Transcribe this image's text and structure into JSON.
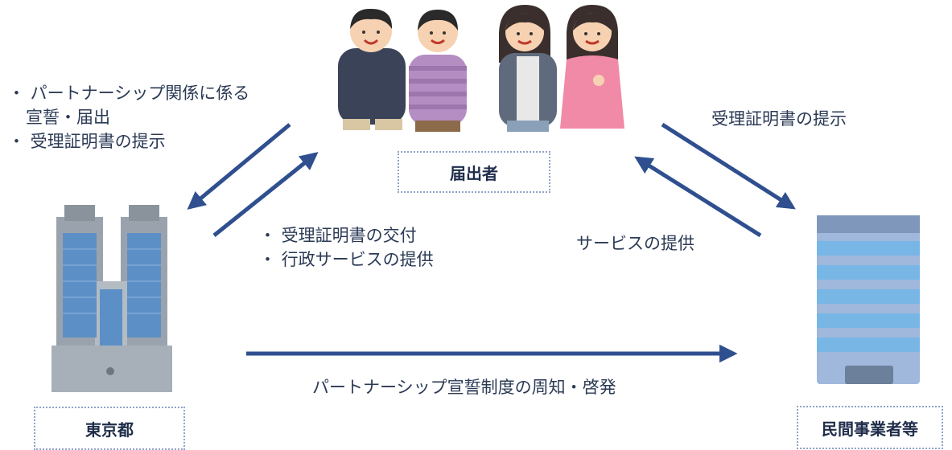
{
  "nodes": {
    "applicants": "届出者",
    "tokyo": "東京都",
    "businesses": "民間事業者等"
  },
  "labels": {
    "left_upper": [
      "・ パートナーシップ関係に係る",
      "宣誓・届出",
      "・ 受理証明書の提示"
    ],
    "center": [
      "・ 受理証明書の交付",
      "・ 行政サービスの提供"
    ],
    "right_upper": "受理証明書の提示",
    "right_lower": "サービスの提供",
    "bottom": "パートナーシップ宣誓制度の周知・啓発"
  },
  "colors": {
    "arrow": "#2f4f8f",
    "text": "#2b3a55"
  }
}
